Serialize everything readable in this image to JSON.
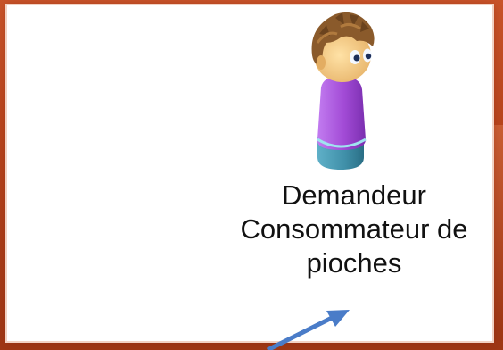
{
  "colors": {
    "background": "#b8451d",
    "card": "#ffffff",
    "arrow": "#4a7cc8",
    "body": "#a24bd6",
    "base": "#3f8fa8"
  },
  "figure": {
    "icon": "person-figure-icon",
    "caption_lines": [
      "Demandeur",
      "Consommateur de",
      "pioches"
    ]
  },
  "connector": {
    "icon": "arrow-icon"
  }
}
